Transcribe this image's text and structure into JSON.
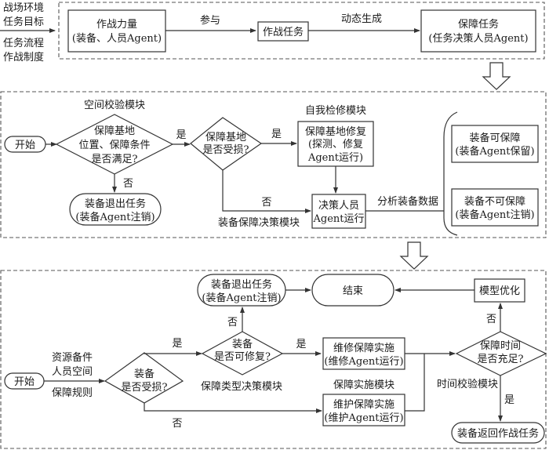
{
  "inputs_top": [
    "战场环境",
    "任务目标",
    "任务流程",
    "作战制度"
  ],
  "section1": {
    "combat_force": [
      "作战力量",
      "(装备、人员Agent)"
    ],
    "participate_label": "参与",
    "combat_task": "作战任务",
    "dynamic_generate_label": "动态生成",
    "support_task": [
      "保障任务",
      "(任务决策人员Agent)"
    ]
  },
  "section2": {
    "spatial_check_module": "空间校验模块",
    "start": "开始",
    "decision_base_conditions": [
      "保障基地",
      "位置、保障条件",
      "是否满足?"
    ],
    "yes1": "是",
    "no1": "否",
    "exit_task": [
      "装备退出任务",
      "(装备Agent注销)"
    ],
    "decision_base_damaged": [
      "保障基地",
      "是否受损?"
    ],
    "yes2": "是",
    "no2": "否",
    "self_repair_module": "自我检修模块",
    "base_repair": [
      "保障基地修复",
      "(探测、修复",
      "Agent运行)"
    ],
    "decision_module": "装备保障决策模块",
    "decision_agent": [
      "决策人员",
      "Agent运行"
    ],
    "analyze_label": "分析装备数据",
    "supportable": [
      "装备可保障",
      "(装备Agent保留)"
    ],
    "unsupportable": [
      "装备不可保障",
      "(装备Agent注销)"
    ]
  },
  "section3": {
    "inputs": [
      "资源备件",
      "人员空间",
      "保障规则"
    ],
    "start": "开始",
    "decision_damaged": [
      "装备",
      "是否受损?"
    ],
    "yes_damaged": "是",
    "no_damaged": "否",
    "decision_repairable": [
      "装备",
      "是否可修复?"
    ],
    "yes_repairable": "是",
    "no_repairable": "否",
    "exit_task": [
      "装备退出任务",
      "(装备Agent注销)"
    ],
    "end": "结束",
    "type_decision_module": "保障类型决策模块",
    "implementation_module": "保障实施模块",
    "repair_impl": [
      "维修保障实施",
      "(维修Agent运行)"
    ],
    "maintain_impl": [
      "维护保障实施",
      "(维护Agent运行)"
    ],
    "time_check_module": "时间校验模块",
    "decision_time": [
      "保障时间",
      "是否充足?"
    ],
    "no_time": "否",
    "yes_time": "是",
    "model_opt": "模型优化",
    "return_task": "装备返回作战任务"
  }
}
